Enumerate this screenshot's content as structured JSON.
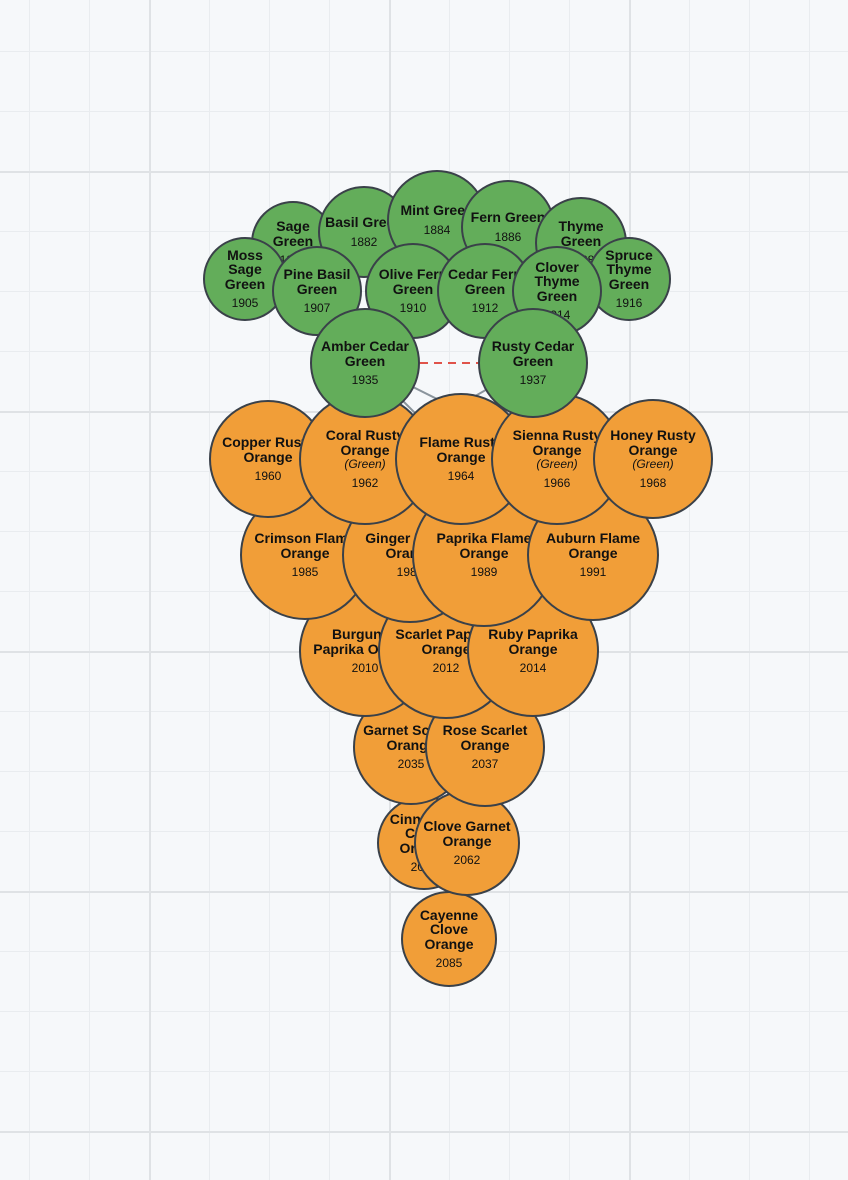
{
  "nodes": [
    {
      "id": "cayenne",
      "name": "Cayenne Clove Orange",
      "year": "2085",
      "color": "orange"
    },
    {
      "id": "cinnamon",
      "name": "Cinnamon Clove Orange",
      "year": "2060",
      "color": "orange"
    },
    {
      "id": "clovegarnet",
      "name": "Clove Garnet Orange",
      "year": "2062",
      "color": "orange"
    },
    {
      "id": "garnet",
      "name": "Garnet Scarlet Orange",
      "year": "2035",
      "color": "orange"
    },
    {
      "id": "rose",
      "name": "Rose Scarlet Orange",
      "year": "2037",
      "color": "orange"
    },
    {
      "id": "burgundy",
      "name": "Burgundy Paprika Orange",
      "year": "2010",
      "color": "orange"
    },
    {
      "id": "scarlet",
      "name": "Scarlet Paprika Orange",
      "year": "2012",
      "color": "orange"
    },
    {
      "id": "ruby",
      "name": "Ruby Paprika Orange",
      "year": "2014",
      "color": "orange"
    },
    {
      "id": "crimson",
      "name": "Crimson Flame Orange",
      "year": "1985",
      "color": "orange"
    },
    {
      "id": "ginger",
      "name": "Ginger Flame Orange",
      "year": "1987",
      "color": "orange"
    },
    {
      "id": "paprika",
      "name": "Paprika Flame Orange",
      "year": "1989",
      "color": "orange"
    },
    {
      "id": "auburn",
      "name": "Auburn Flame Orange",
      "year": "1991",
      "color": "orange"
    },
    {
      "id": "copper",
      "name": "Copper Rusty Orange",
      "year": "1960",
      "color": "orange"
    },
    {
      "id": "coral",
      "name": "Coral Rusty Orange",
      "sub": "(Green)",
      "year": "1962",
      "color": "orange"
    },
    {
      "id": "flame",
      "name": "Flame Rusty Orange",
      "year": "1964",
      "color": "orange"
    },
    {
      "id": "sienna",
      "name": "Sienna Rusty Orange",
      "sub": "(Green)",
      "year": "1966",
      "color": "orange"
    },
    {
      "id": "honey",
      "name": "Honey Rusty Orange",
      "sub": "(Green)",
      "year": "1968",
      "color": "orange"
    },
    {
      "id": "sage",
      "name": "Sage Green",
      "year": "1880",
      "color": "green"
    },
    {
      "id": "basil",
      "name": "Basil Green",
      "year": "1882",
      "color": "green"
    },
    {
      "id": "mint",
      "name": "Mint Green",
      "year": "1884",
      "color": "green"
    },
    {
      "id": "fern",
      "name": "Fern Green",
      "year": "1886",
      "color": "green"
    },
    {
      "id": "thyme",
      "name": "Thyme Green",
      "year": "1888",
      "color": "green"
    },
    {
      "id": "moss",
      "name": "Moss Sage Green",
      "year": "1905",
      "color": "green"
    },
    {
      "id": "spruce",
      "name": "Spruce Thyme Green",
      "year": "1916",
      "color": "green"
    },
    {
      "id": "pinebasil",
      "name": "Pine Basil Green",
      "year": "1907",
      "color": "green"
    },
    {
      "id": "olivefern",
      "name": "Olive Fern Green",
      "year": "1910",
      "color": "green"
    },
    {
      "id": "cedarfern",
      "name": "Cedar Fern Green",
      "year": "1912",
      "color": "green"
    },
    {
      "id": "clover",
      "name": "Clover Thyme Green",
      "year": "1914",
      "color": "green"
    },
    {
      "id": "amber",
      "name": "Amber Cedar Green",
      "year": "1935",
      "color": "green"
    },
    {
      "id": "rusty",
      "name": "Rusty Cedar Green",
      "year": "1937",
      "color": "green"
    }
  ],
  "links": [
    {
      "from": "amber",
      "to": "flame",
      "style": "solid"
    },
    {
      "from": "amber",
      "to": "sienna",
      "style": "solid"
    },
    {
      "from": "rusty",
      "to": "coral",
      "style": "solid"
    },
    {
      "from": "rusty",
      "to": "flame",
      "style": "solid"
    },
    {
      "from": "amber",
      "to": "rusty",
      "style": "dashed"
    }
  ],
  "colors": {
    "green": "#63ad5a",
    "orange": "#f19e38",
    "link": "#8a949c",
    "dashed_link": "#e0534a",
    "border": "#3a4149"
  }
}
